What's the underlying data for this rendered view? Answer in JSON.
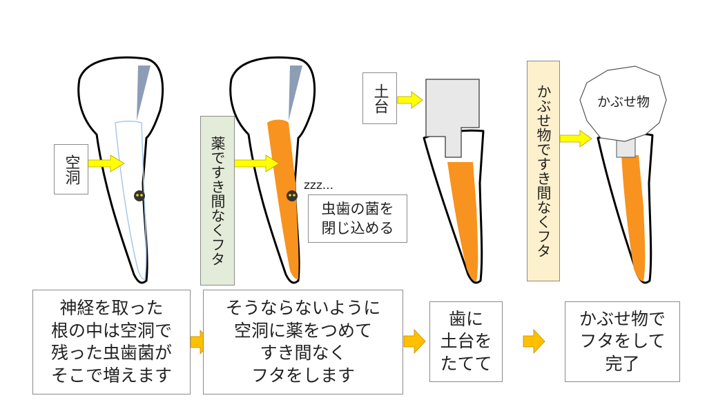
{
  "labels": {
    "cavity": "空洞",
    "medicine": "薬ですき間なくフタ",
    "zzz": "zzz...",
    "sealed_bacteria": "虫歯の菌を\n閉じ込める",
    "core": "土台",
    "crown_cap": "かぶせ物ですき間なくフタ",
    "crown": "かぶせ物"
  },
  "steps": [
    "神経を取った\n根の中は空洞で\n残った虫歯菌が\nそこで増えます",
    "そうならないように\n空洞に薬をつめて\nすき間なく\nフタをします",
    "歯に\n土台を\nたてて",
    "かぶせ物で\nフタをして\n完了"
  ],
  "colors": {
    "filling": "#f7931e",
    "core": "#e8e8e8",
    "arrow_yellow": "#ffff00",
    "arrow_orange": "#ffc000",
    "nerve_line": "#a9c8e8",
    "instrument": "#8c9db5",
    "bacteria": "#333333",
    "green_box": "#e3ecd8",
    "cream_box": "#fdf0cc"
  }
}
